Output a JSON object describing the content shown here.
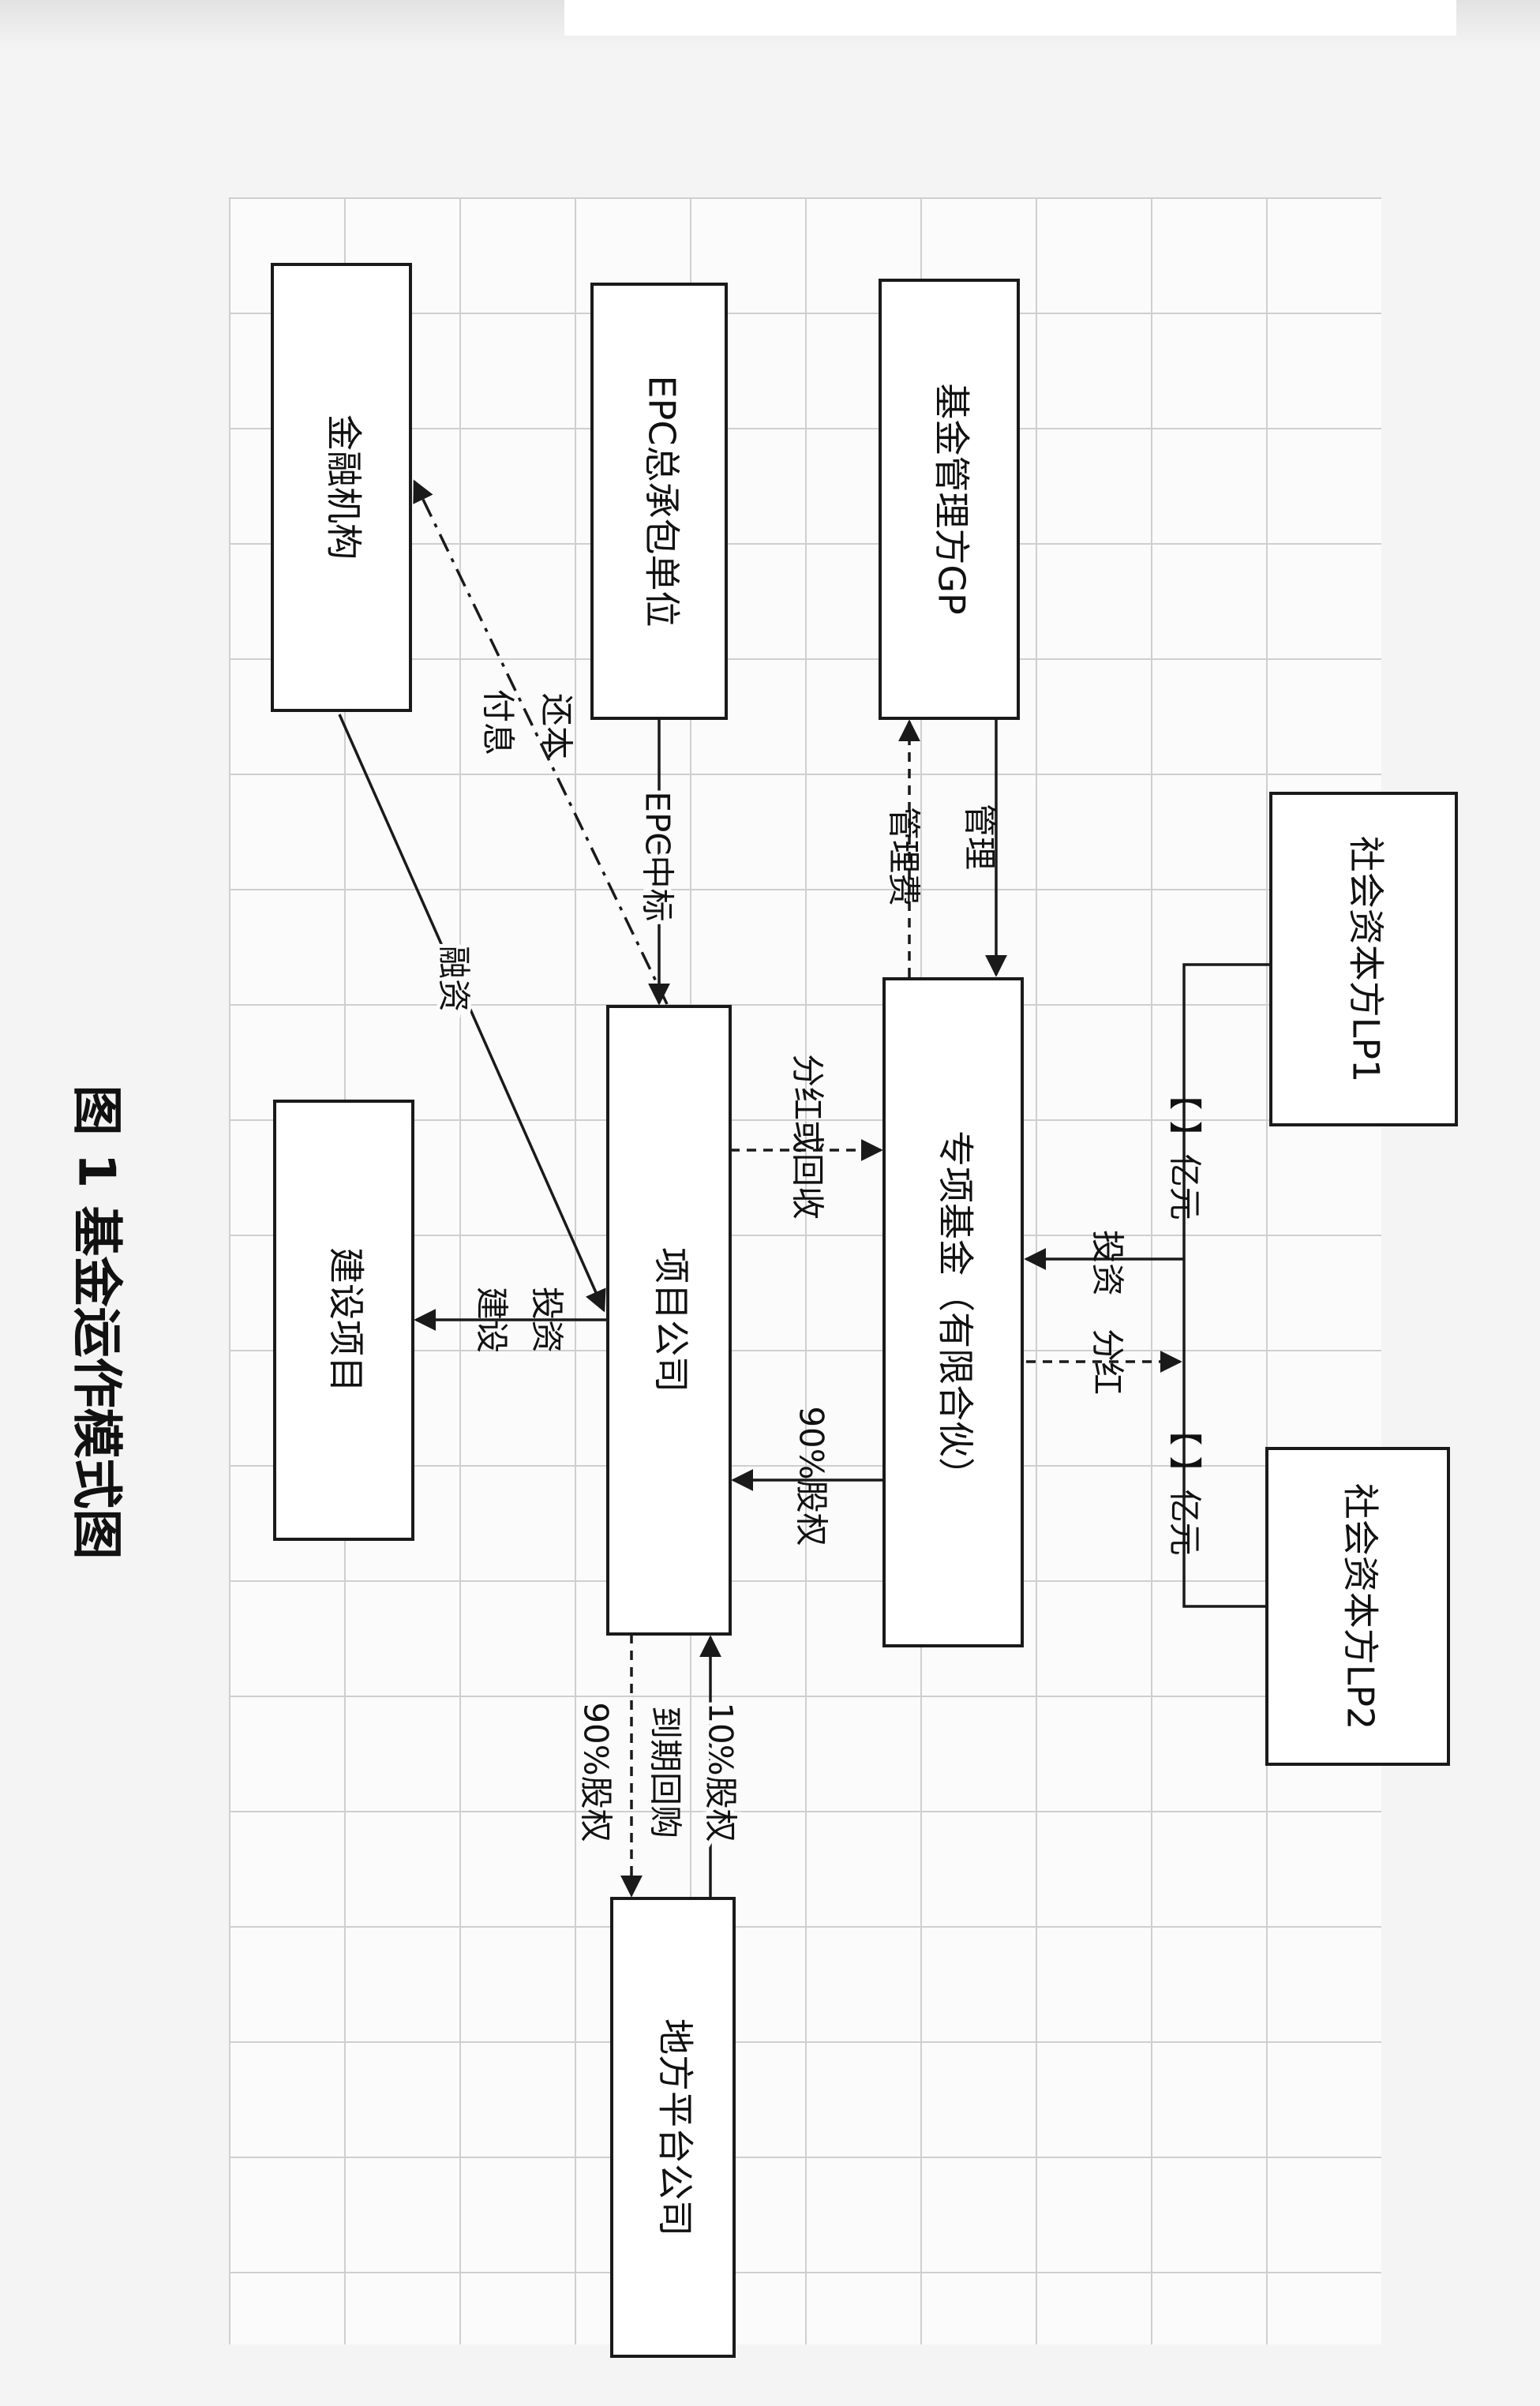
{
  "title": "图 1 基金运作模式图",
  "nodes": {
    "lp1": "社会资本方LP1",
    "lp2": "社会资本方LP2",
    "gp": "基金管理方GP",
    "fund": "专项基金（有限合伙）",
    "epc": "EPC总承包单位",
    "finance": "金融机构",
    "project_company": "项目公司",
    "construction": "建设项目",
    "local_platform": "地方平台公司"
  },
  "edges": {
    "lp1_amount": "【 】亿元",
    "lp2_amount": "【 】亿元",
    "invest": "投资",
    "dividend": "分红",
    "manage": "管理",
    "mgmt_fee": "管理费",
    "dividend_or_recovery": "分红或回收",
    "equity_90_fund": "90%股权",
    "epc_bid": "EPC中标",
    "repay_principal": "还本",
    "pay_interest": "付息",
    "financing": "融资",
    "invest_short": "投资",
    "build": "建设",
    "equity_10": "10%股权",
    "buyback_at_maturity": "到期回购",
    "equity_90_platform": "90%股权"
  }
}
